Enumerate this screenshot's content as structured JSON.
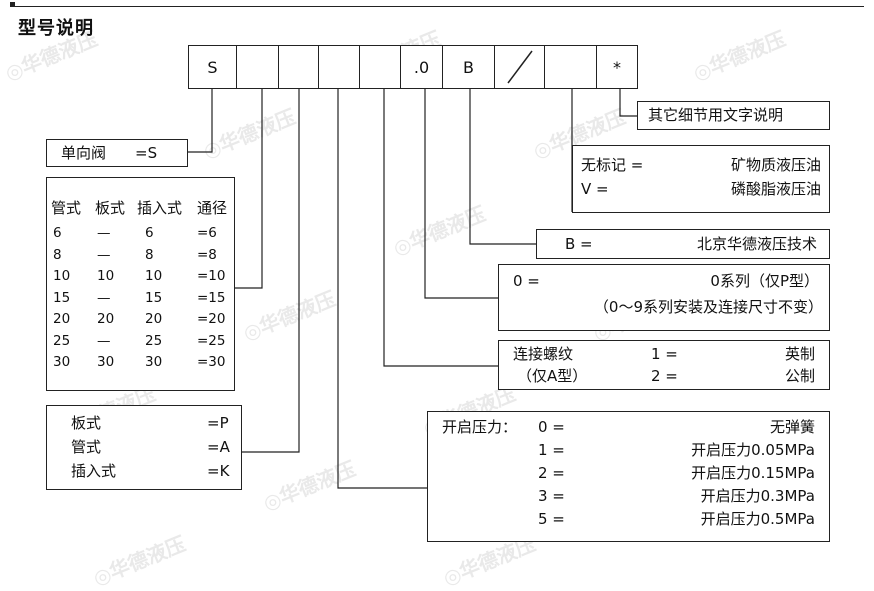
{
  "title": "型号说明",
  "watermark": "华德液压",
  "code_cells": [
    "S",
    "",
    "",
    "",
    "",
    ".0",
    "B",
    "",
    "",
    "*"
  ],
  "other_details": "其它细节用文字说明",
  "check_valve": {
    "label": "单向阀",
    "code": "=S"
  },
  "diameter_table": {
    "headers": [
      "管式",
      "板式",
      "插入式",
      "通径"
    ],
    "rows": [
      [
        "6",
        "—",
        "6",
        "=6"
      ],
      [
        "8",
        "—",
        "8",
        "=8"
      ],
      [
        "10",
        "10",
        "10",
        "=10"
      ],
      [
        "15",
        "—",
        "15",
        "=15"
      ],
      [
        "20",
        "20",
        "20",
        "=20"
      ],
      [
        "25",
        "—",
        "25",
        "=25"
      ],
      [
        "30",
        "30",
        "30",
        "=30"
      ]
    ]
  },
  "mounting": [
    {
      "label": "板式",
      "code": "=P"
    },
    {
      "label": "管式",
      "code": "=A"
    },
    {
      "label": "插入式",
      "code": "=K"
    }
  ],
  "fluid": [
    {
      "code": "无标记 =",
      "desc": "矿物质液压油"
    },
    {
      "code": "V =",
      "desc": "磷酸脂液压油"
    }
  ],
  "manufacturer": {
    "code": "B =",
    "desc": "北京华德液压技术"
  },
  "series": {
    "code": "0 =",
    "desc": "0系列（仅P型）",
    "note": "（0～9系列安装及连接尺寸不变）"
  },
  "thread": {
    "label1": "连接螺纹",
    "label2": "（仅A型）",
    "options": [
      {
        "code": "1 =",
        "desc": "英制"
      },
      {
        "code": "2 =",
        "desc": "公制"
      }
    ]
  },
  "cracking": {
    "label": "开启压力：",
    "options": [
      {
        "code": "0 =",
        "desc": "无弹簧"
      },
      {
        "code": "1 =",
        "desc": "开启压力0.05MPa"
      },
      {
        "code": "2 =",
        "desc": "开启压力0.15MPa"
      },
      {
        "code": "3 =",
        "desc": "开启压力0.3MPa"
      },
      {
        "code": "5 =",
        "desc": "开启压力0.5MPa"
      }
    ]
  }
}
